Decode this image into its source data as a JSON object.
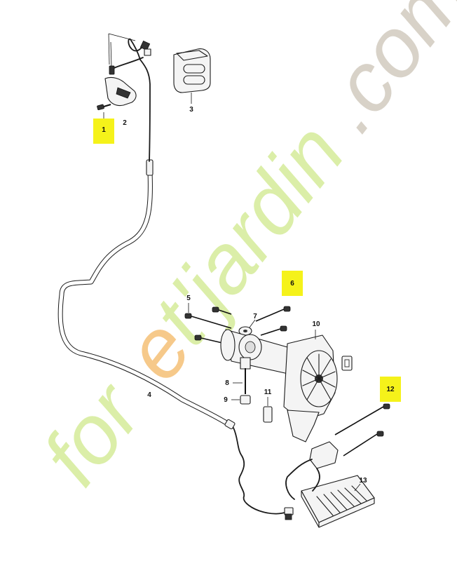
{
  "callouts": [
    {
      "id": "1",
      "label": "1",
      "highlighted": true
    },
    {
      "id": "2",
      "label": "2",
      "highlighted": false
    },
    {
      "id": "3",
      "label": "3",
      "highlighted": false
    },
    {
      "id": "4",
      "label": "4",
      "highlighted": false
    },
    {
      "id": "5",
      "label": "5",
      "highlighted": false
    },
    {
      "id": "6",
      "label": "6",
      "highlighted": true
    },
    {
      "id": "7",
      "label": "7",
      "highlighted": false
    },
    {
      "id": "8",
      "label": "8",
      "highlighted": false
    },
    {
      "id": "9",
      "label": "9",
      "highlighted": false
    },
    {
      "id": "10",
      "label": "10",
      "highlighted": false
    },
    {
      "id": "11",
      "label": "11",
      "highlighted": false
    },
    {
      "id": "12",
      "label": "12",
      "highlighted": true
    },
    {
      "id": "13",
      "label": "13",
      "highlighted": false
    }
  ],
  "watermark": {
    "part1": "for",
    "part2": "e",
    "part3": "t",
    "part4": "'jardin",
    "part5": ".com",
    "colors": {
      "green": "#dbeea8",
      "orange": "#f6c98a",
      "gray": "#d8d2c8"
    }
  },
  "highlight_color": "#f5f21a"
}
